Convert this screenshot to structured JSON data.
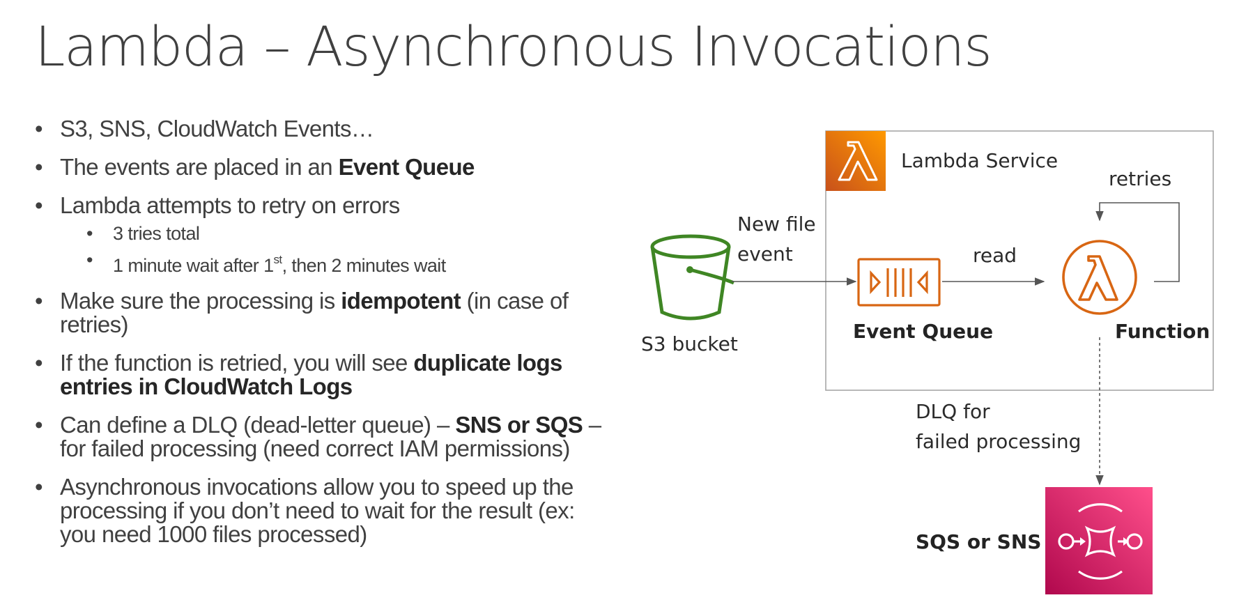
{
  "title": "Lambda – Asynchronous Invocations",
  "bullets": {
    "b1": "S3, SNS, CloudWatch Events…",
    "b2_pre": "The events are placed in an ",
    "b2_bold": "Event Queue",
    "b3": "Lambda attempts to retry on errors",
    "b3_sub1": "3 tries total",
    "b3_sub2_pre": "1 minute wait after 1",
    "b3_sub2_sup": "st",
    "b3_sub2_post": ", then 2 minutes wait",
    "b4_pre": "Make sure the processing is ",
    "b4_bold": "idempotent",
    "b4_post": " (in case of retries)",
    "b5_pre": "If the function is retried, you will see ",
    "b5_bold": "duplicate logs entries in CloudWatch Logs",
    "b6_pre": "Can define a DLQ (dead-letter queue) – ",
    "b6_bold": "SNS or SQS",
    "b6_post": " – for failed processing (need correct IAM permissions)",
    "b7": "Asynchronous invocations allow you to speed up the processing if you don’t need to wait for the result (ex: you need 1000 files processed)"
  },
  "diagram": {
    "lambda_service_label": "Lambda Service",
    "s3_label": "S3 bucket",
    "new_file_line1": "New file",
    "new_file_line2": "event",
    "read_label": "read",
    "retries_label": "retries",
    "event_queue_label": "Event Queue",
    "function_label": "Function",
    "dlq_line1": "DLQ for",
    "dlq_line2": "failed processing",
    "sqs_sns_label": "SQS or SNS",
    "colors": {
      "lambda_orange": "#d86613",
      "s3_green": "#3f8624",
      "sqs_pink": "#e7157b",
      "text": "#404040"
    }
  }
}
